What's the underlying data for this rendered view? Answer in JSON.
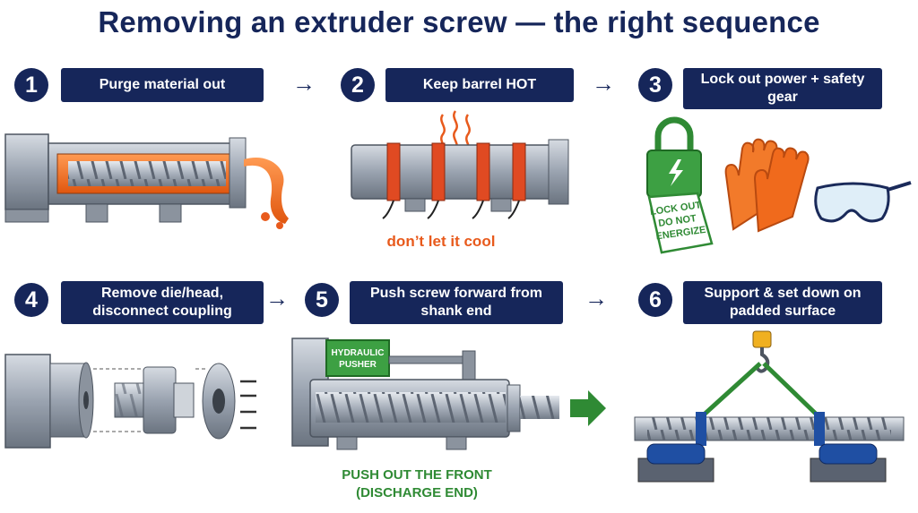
{
  "title": "Removing an extruder screw — the right sequence",
  "steps": [
    {
      "number": "1",
      "label": "Purge material out"
    },
    {
      "number": "2",
      "label": "Keep barrel HOT"
    },
    {
      "number": "3",
      "label": "Lock out power + safety gear"
    },
    {
      "number": "4",
      "label": "Remove die/head, disconnect coupling"
    },
    {
      "number": "5",
      "label": "Push screw forward from shank end"
    },
    {
      "number": "6",
      "label": "Support & set down on padded surface"
    }
  ],
  "arrow_glyph": "→",
  "captions": {
    "step2": "don’t let it cool",
    "step5_line1": "PUSH OUT THE FRONT",
    "step5_line2": "(DISCHARGE END)"
  },
  "tag": {
    "line1": "LOCK OUT",
    "line2": "DO NOT",
    "line3": "ENERGIZE"
  },
  "pusher": {
    "line1": "HYDRAULIC",
    "line2": "PUSHER"
  },
  "icons": [
    "padlock-icon",
    "lightning-icon",
    "gloves-icon",
    "safety-goggles-icon",
    "crane-hook-icon",
    "heat-waves-icon"
  ],
  "colors": {
    "navy": "#16265a",
    "orange": "#e85a1c",
    "green": "#2f8a34",
    "steel": "#9aa3b0",
    "blue_pad": "#1f4fa3"
  }
}
